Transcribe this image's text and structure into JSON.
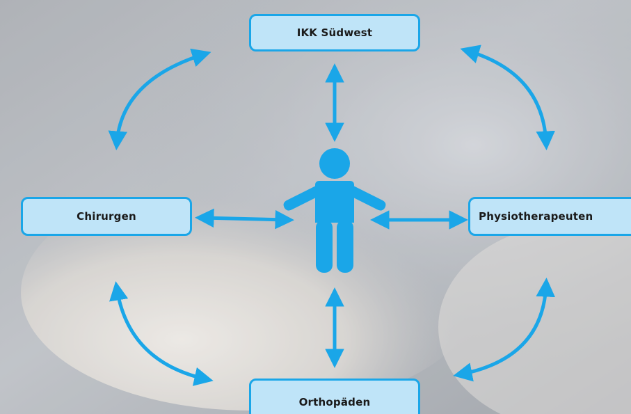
{
  "nodes": {
    "top": "IKK Südwest",
    "left": "Chirurgen",
    "right": "Physiotherapeuten",
    "bottom": "Orthopäden"
  },
  "colors": {
    "accent": "#1aa6e8",
    "box_fill": "#bfe4f8",
    "person": "#1aa6e8"
  }
}
